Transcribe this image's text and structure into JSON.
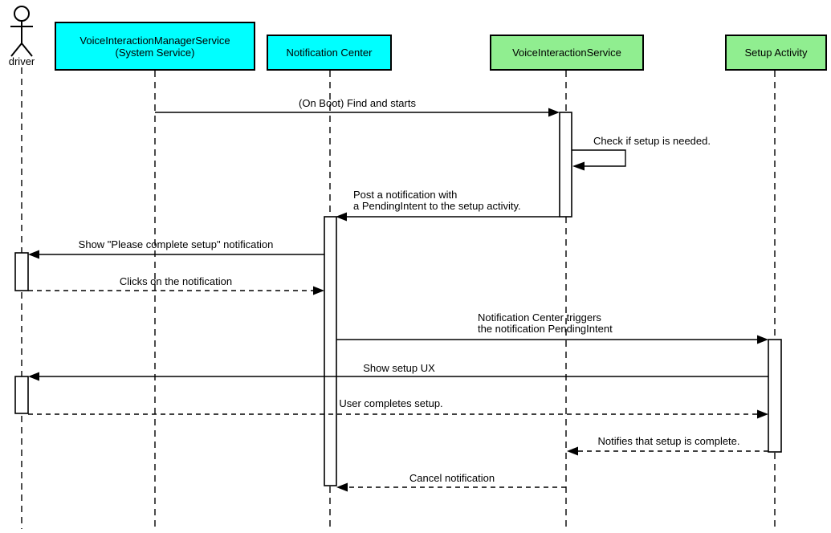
{
  "diagram": {
    "type": "uml-sequence",
    "participants": [
      {
        "id": "driver",
        "kind": "actor",
        "label": "driver"
      },
      {
        "id": "vims",
        "kind": "participant",
        "label": "VoiceInteractionManagerService\n(System Service)",
        "fill": "#00ffff"
      },
      {
        "id": "notification-center",
        "kind": "participant",
        "label": "Notification Center",
        "fill": "#00ffff"
      },
      {
        "id": "voice-interaction-service",
        "kind": "participant",
        "label": "VoiceInteractionService",
        "fill": "#90ee90"
      },
      {
        "id": "setup-activity",
        "kind": "participant",
        "label": "Setup Activity",
        "fill": "#90ee90"
      }
    ],
    "messages": [
      {
        "from": "vims",
        "to": "voice-interaction-service",
        "style": "solid",
        "text": "(On Boot) Find and starts"
      },
      {
        "from": "voice-interaction-service",
        "to": "voice-interaction-service",
        "style": "self",
        "text": "Check if setup is needed."
      },
      {
        "from": "voice-interaction-service",
        "to": "notification-center",
        "style": "solid",
        "text": "Post a notification with\na PendingIntent to the setup activity."
      },
      {
        "from": "notification-center",
        "to": "driver",
        "style": "solid",
        "text": "Show \"Please complete setup\" notification"
      },
      {
        "from": "driver",
        "to": "notification-center",
        "style": "dashed",
        "text": "Clicks on the notification"
      },
      {
        "from": "notification-center",
        "to": "setup-activity",
        "style": "solid",
        "text": "Notification Center triggers\nthe notification PendingIntent"
      },
      {
        "from": "setup-activity",
        "to": "driver",
        "style": "solid",
        "text": "Show setup UX"
      },
      {
        "from": "driver",
        "to": "setup-activity",
        "style": "dashed",
        "text": "User completes setup."
      },
      {
        "from": "setup-activity",
        "to": "voice-interaction-service",
        "style": "dashed",
        "text": "Notifies that setup is complete."
      },
      {
        "from": "voice-interaction-service",
        "to": "notification-center",
        "style": "dashed",
        "text": "Cancel notification"
      }
    ],
    "colors": {
      "system_service_fill": "#00ffff",
      "app_fill": "#90ee90",
      "stroke": "#000000",
      "background": "#ffffff"
    }
  }
}
